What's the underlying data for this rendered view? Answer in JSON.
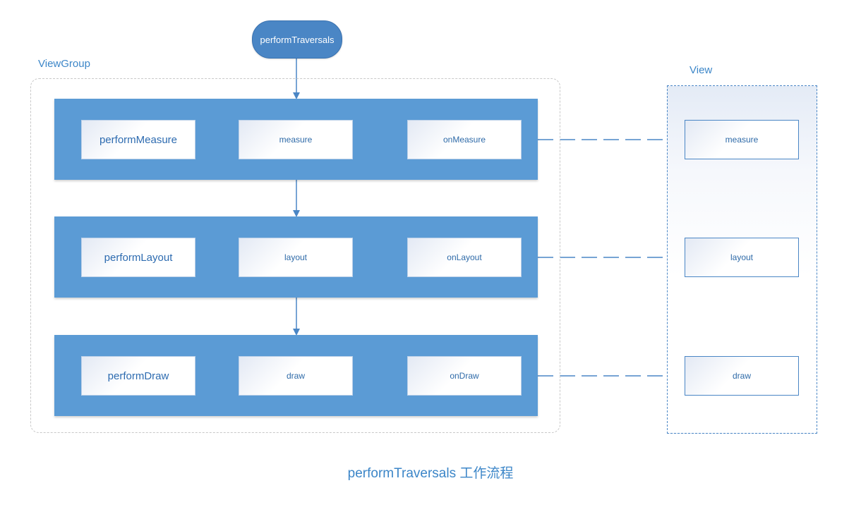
{
  "start_node": {
    "label": "performTraversals"
  },
  "viewgroup": {
    "label": "ViewGroup",
    "rows": [
      {
        "perform": "performMeasure",
        "method": "measure",
        "callback": "onMeasure"
      },
      {
        "perform": "performLayout",
        "method": "layout",
        "callback": "onLayout"
      },
      {
        "perform": "performDraw",
        "method": "draw",
        "callback": "onDraw"
      }
    ]
  },
  "view": {
    "label": "View",
    "items": [
      "measure",
      "layout",
      "draw"
    ]
  },
  "caption": "performTraversals 工作流程",
  "colors": {
    "band": "#5b9bd5",
    "start_node": "#4a86c5",
    "orange_arrow": "#f5b400",
    "blue_arrow": "#4a86c5",
    "label_text": "#3c86c8"
  }
}
